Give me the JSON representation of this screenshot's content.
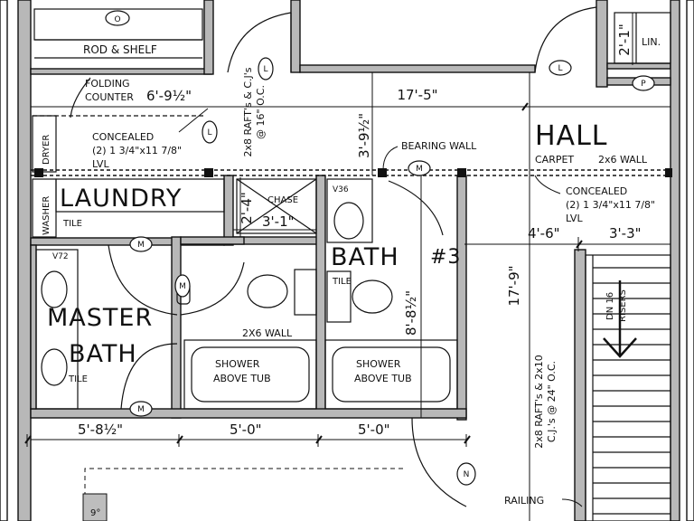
{
  "rooms": {
    "laundry": "LAUNDRY",
    "hall": "HALL",
    "master_bath_line1": "MASTER",
    "master_bath_line2": "BATH",
    "bath3": "BATH",
    "bath3_number": "#3"
  },
  "labels": {
    "rod_shelf": "ROD & SHELF",
    "folding_counter": "FOLDING",
    "folding_counter_2": "COUNTER",
    "concealed": "CONCEALED",
    "beam_size": "(2) 1 3/4\"x11 7/8\"",
    "lvl": "LVL",
    "dryer": "DRYER",
    "washer": "WASHER",
    "tile": "TILE",
    "chase": "CHASE",
    "wall_2x6": "2X6 WALL",
    "bearing_wall": "BEARING WALL",
    "carpet": "CARPET",
    "carpet_wall": "2x6 WALL",
    "shower": "SHOWER",
    "above_tub": "ABOVE TUB",
    "railing": "RAILING",
    "lin": "LIN.",
    "rafters_left_1": "2x8 RAFT's & C.J's",
    "rafters_left_2": "@ 16\" O.C.",
    "rafters_right_1": "2x8 RAFT's & 2x10",
    "rafters_right_2": "C.J.'s @ 24\" O.C.",
    "stairs_1": "DN 16",
    "stairs_2": "RISERS",
    "v36": "V36",
    "v72": "V72",
    "angle": "9°"
  },
  "tags": {
    "o": "O",
    "l": "L",
    "m": "M",
    "p": "P",
    "n": "N"
  },
  "dimensions": {
    "folding_counter": "6'-9½\"",
    "hall_width": "17'-5\"",
    "bearing_offset": "3'-9½\"",
    "chase_height": "2'-4\"",
    "chase_width": "3'-1\"",
    "bath3_height": "8'-8½\"",
    "hall_left": "4'-6\"",
    "hall_right": "3'-3\"",
    "stair_length": "17'-9\"",
    "lin_width": "2'-1\"",
    "bottom_1": "5'-8½\"",
    "bottom_2": "5'-0\"",
    "bottom_3": "5'-0\""
  }
}
